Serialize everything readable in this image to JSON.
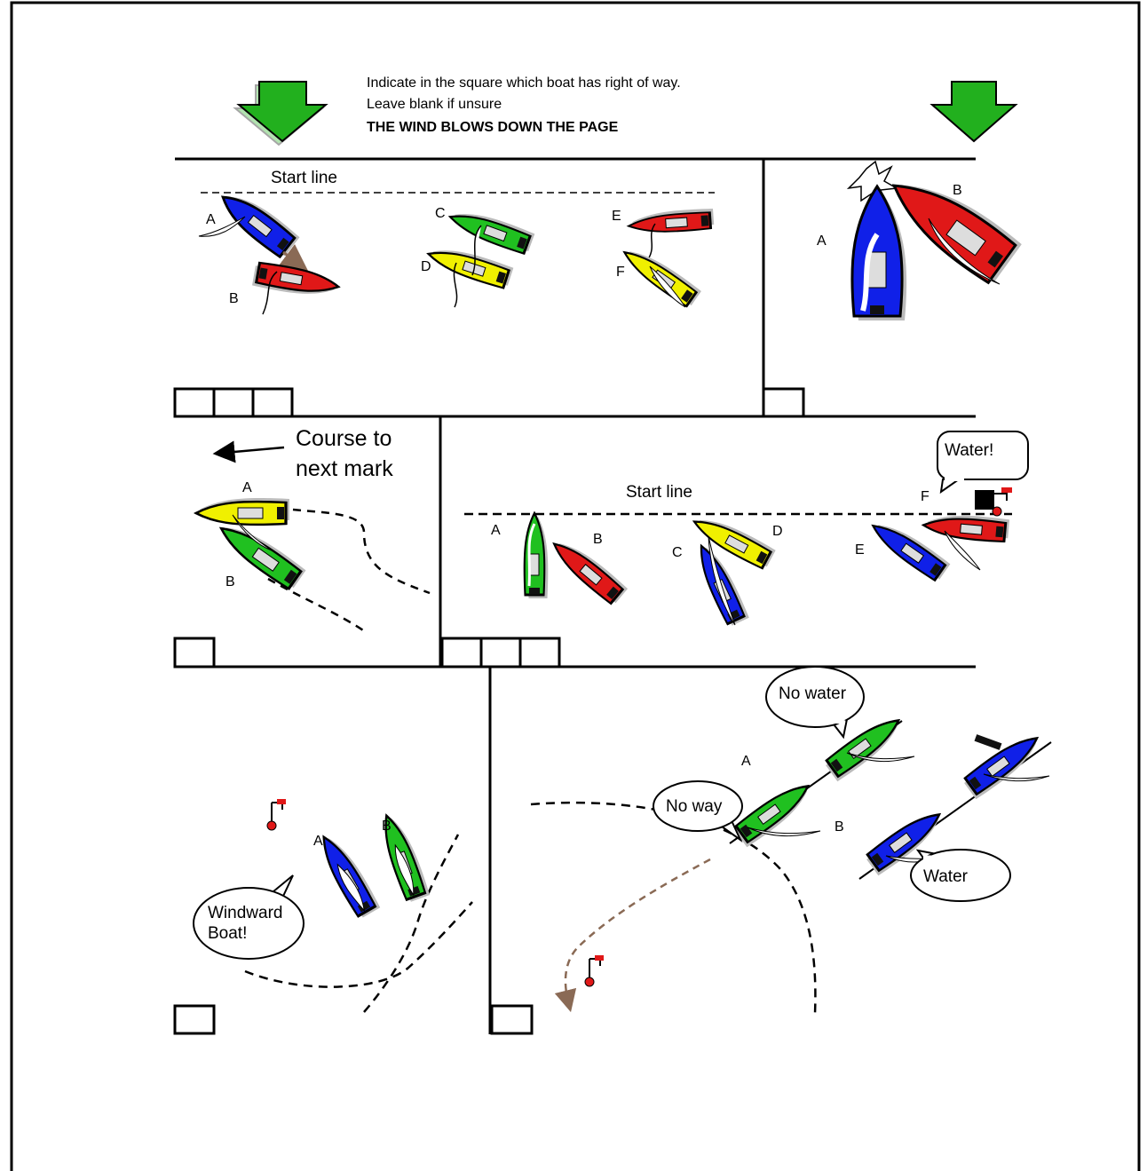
{
  "instructions": {
    "line1": "Indicate in the square which boat has right of way.",
    "line2": "Leave blank if unsure",
    "line3": "THE WIND BLOWS DOWN THE PAGE"
  },
  "colors": {
    "wind_arrow": "#22b01e",
    "blue_boat": "#1020e8",
    "red_boat": "#e01818",
    "green_boat": "#20c020",
    "yellow_boat": "#f0f000",
    "course_arrow": "#8a6a55"
  },
  "panel1": {
    "start_line": "Start line",
    "A": "A",
    "B": "B",
    "C": "C",
    "D": "D",
    "E": "E",
    "F": "F"
  },
  "panel2": {
    "A": "A",
    "B": "B"
  },
  "panel3": {
    "course_line1": "Course to",
    "course_line2": "next mark",
    "A": "A",
    "B": "B"
  },
  "panel4": {
    "start_line": "Start line",
    "water_callout": "Water!",
    "A": "A",
    "B": "B",
    "C": "C",
    "D": "D",
    "E": "E",
    "F": "F"
  },
  "panel5": {
    "A": "A",
    "B": "B",
    "callout_line1": "Windward",
    "callout_line2": "Boat!"
  },
  "panel6": {
    "A": "A",
    "B": "B",
    "no_water": "No water",
    "no_way": "No way",
    "water": "Water"
  }
}
